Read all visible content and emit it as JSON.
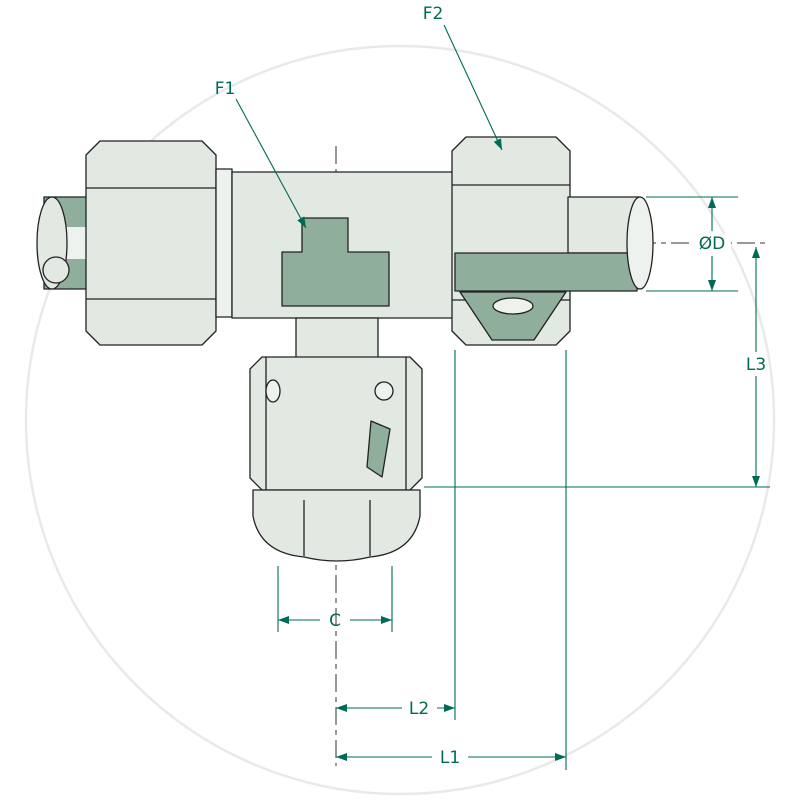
{
  "diagram": {
    "labels": {
      "f1": "F1",
      "f2": "F2",
      "diameter": "ØD",
      "l3": "L3",
      "c": "C",
      "l2": "L2",
      "l1": "L1"
    },
    "colors": {
      "dimension": "#006B54",
      "outline": "#222222",
      "body_fill": "#E2E8E2",
      "tube_fill": "#8FAE9C",
      "light_fill": "#EEF2EE",
      "watermark": "#E9E9E9",
      "background": "#FFFFFF"
    }
  }
}
